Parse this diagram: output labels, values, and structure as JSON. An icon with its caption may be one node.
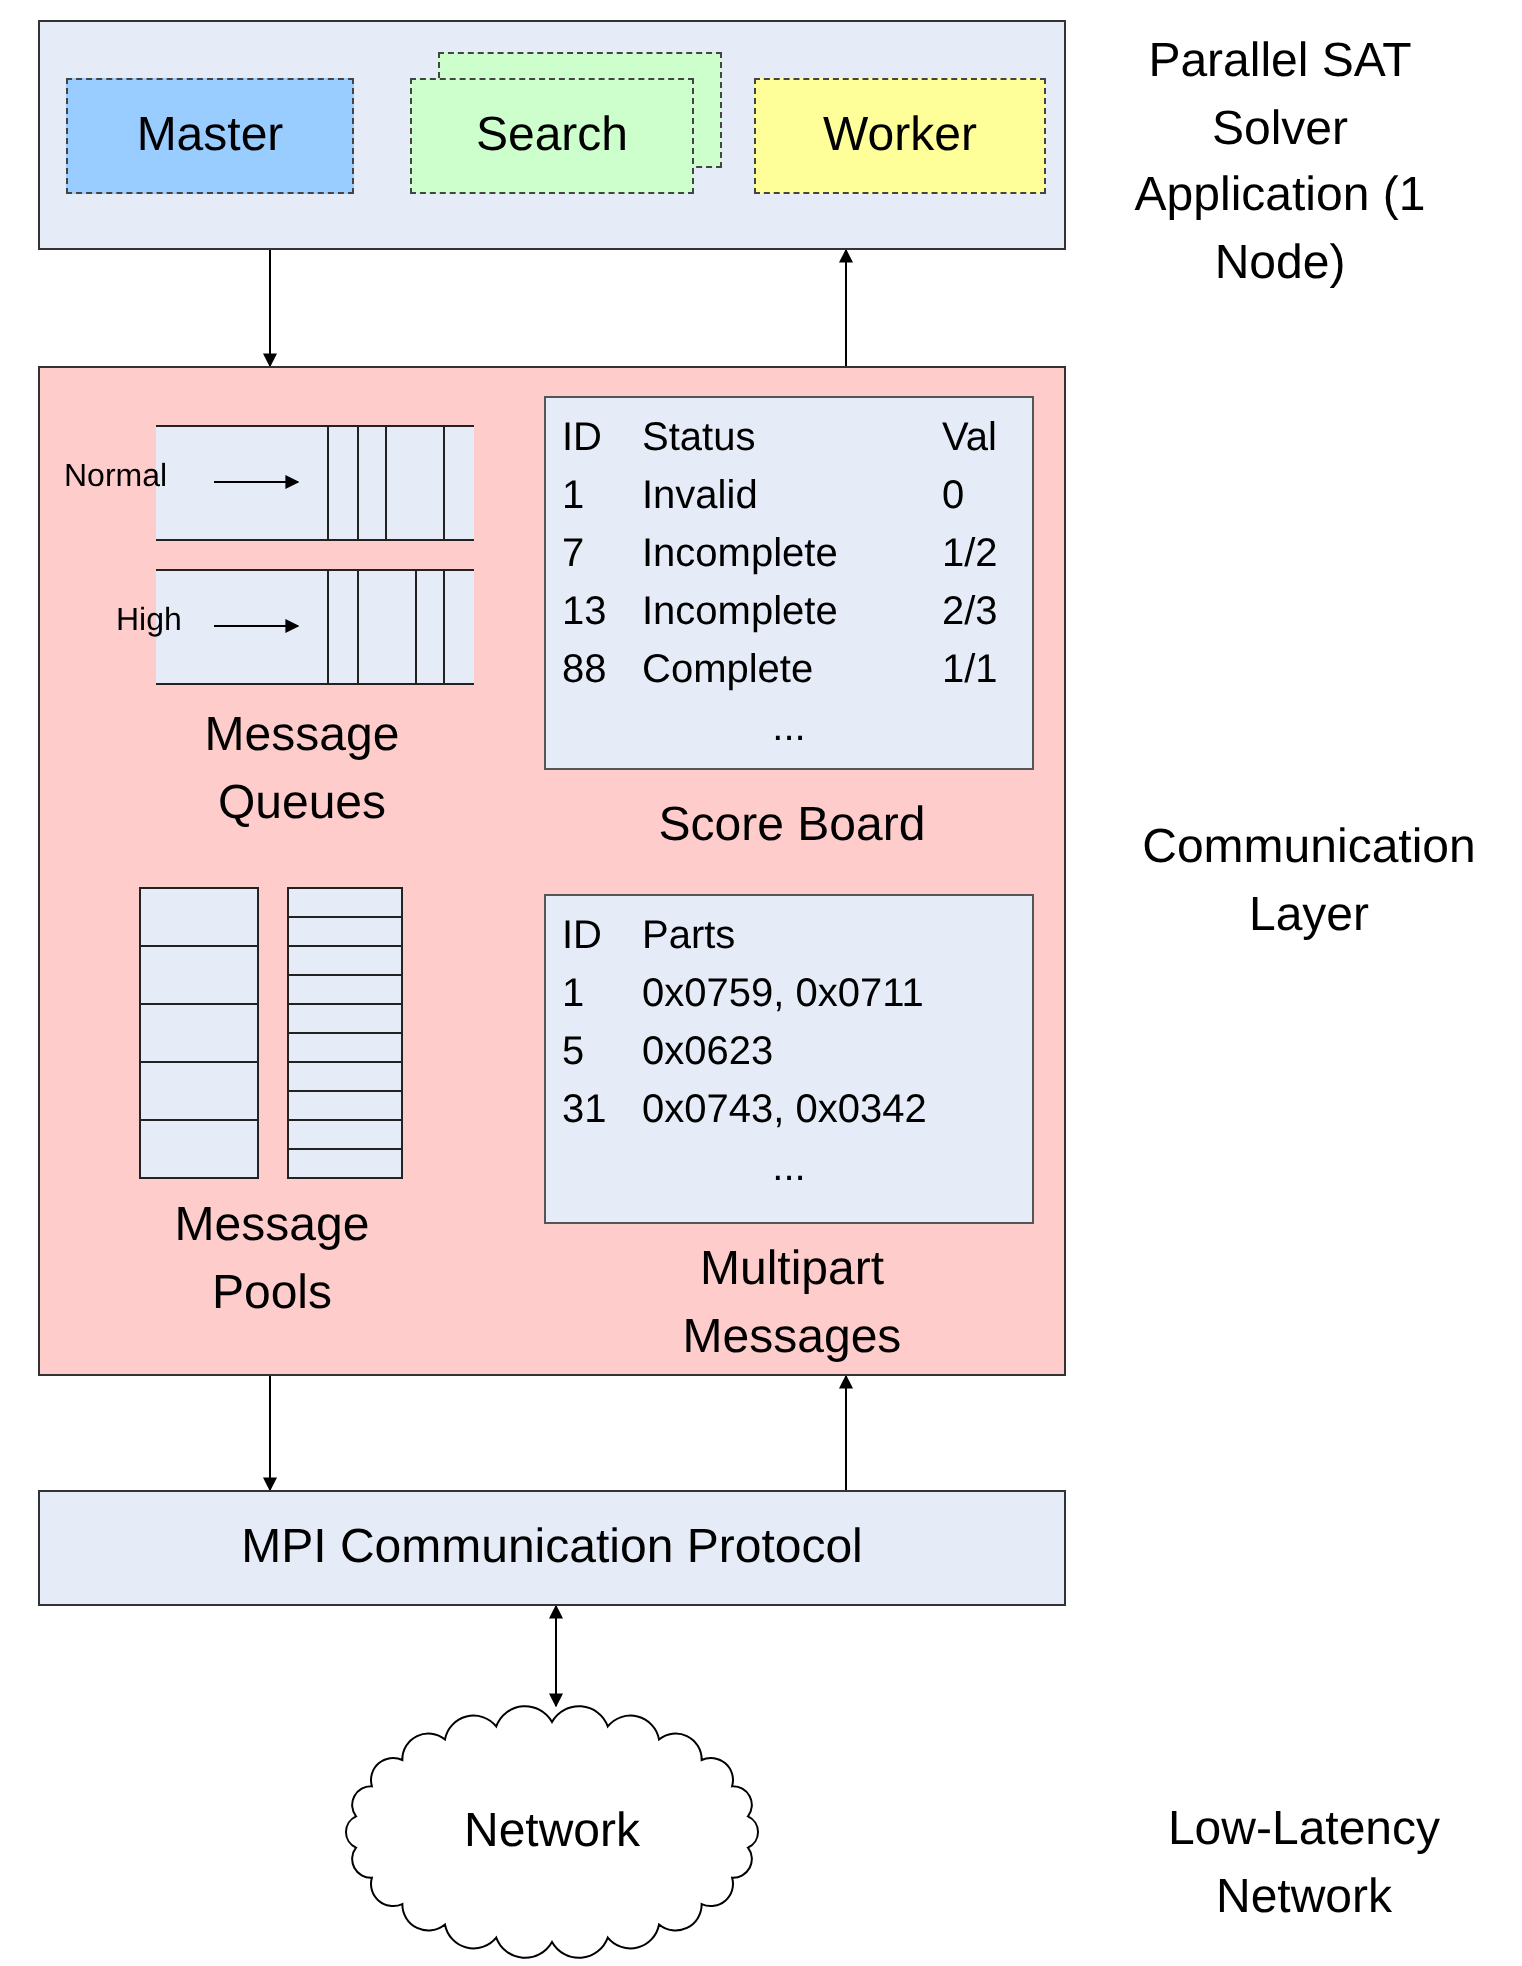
{
  "diagram": {
    "nodes": [
      {
        "text": [],
        "shape": "box",
        "beside": [
          "Parallel SAT Solver Application (1 Node)"
        ]
      },
      {
        "text": [
          "Master"
        ],
        "in": 0
      },
      {
        "text": [
          "Search"
        ],
        "in": 0
      },
      {
        "text": [
          "Worker"
        ],
        "in": 0
      },
      {
        "text": [],
        "shape": "box",
        "beside": [
          "Communication Layer"
        ]
      },
      {
        "text": [
          "ID",
          "Status",
          "Val",
          "1",
          "Invalid",
          "0",
          "7",
          "Incomplete",
          "1/2",
          "13",
          "Incomplete",
          "2/3",
          "88",
          "Complete",
          "1/1",
          "..."
        ],
        "in": 4,
        "beside": [
          "Score Board"
        ]
      },
      {
        "text": [
          "ID",
          "Parts",
          "1",
          "0x0759, 0x0711",
          "5",
          "0x0623",
          "31",
          "0x0743, 0x0342",
          "..."
        ],
        "in": 4,
        "beside": [
          "Multipart Messages"
        ]
      },
      {
        "text": [
          "MPI Communication Protocol"
        ]
      },
      {
        "text": [
          "Network"
        ]
      }
    ],
    "edges": [
      {
        "from": 0,
        "to": 4,
        "arrow": "to"
      },
      {
        "from": 4,
        "to": 0,
        "arrow": "to"
      },
      {
        "from": 4,
        "to": 7,
        "arrow": "to"
      },
      {
        "from": 7,
        "to": 4,
        "arrow": "to"
      },
      {
        "from": 7,
        "to": 8,
        "arrow": "both"
      }
    ],
    "labels": [
      "Normal",
      "High",
      "Message Queues",
      "Message Pools",
      "Low-Latency Network"
    ]
  }
}
